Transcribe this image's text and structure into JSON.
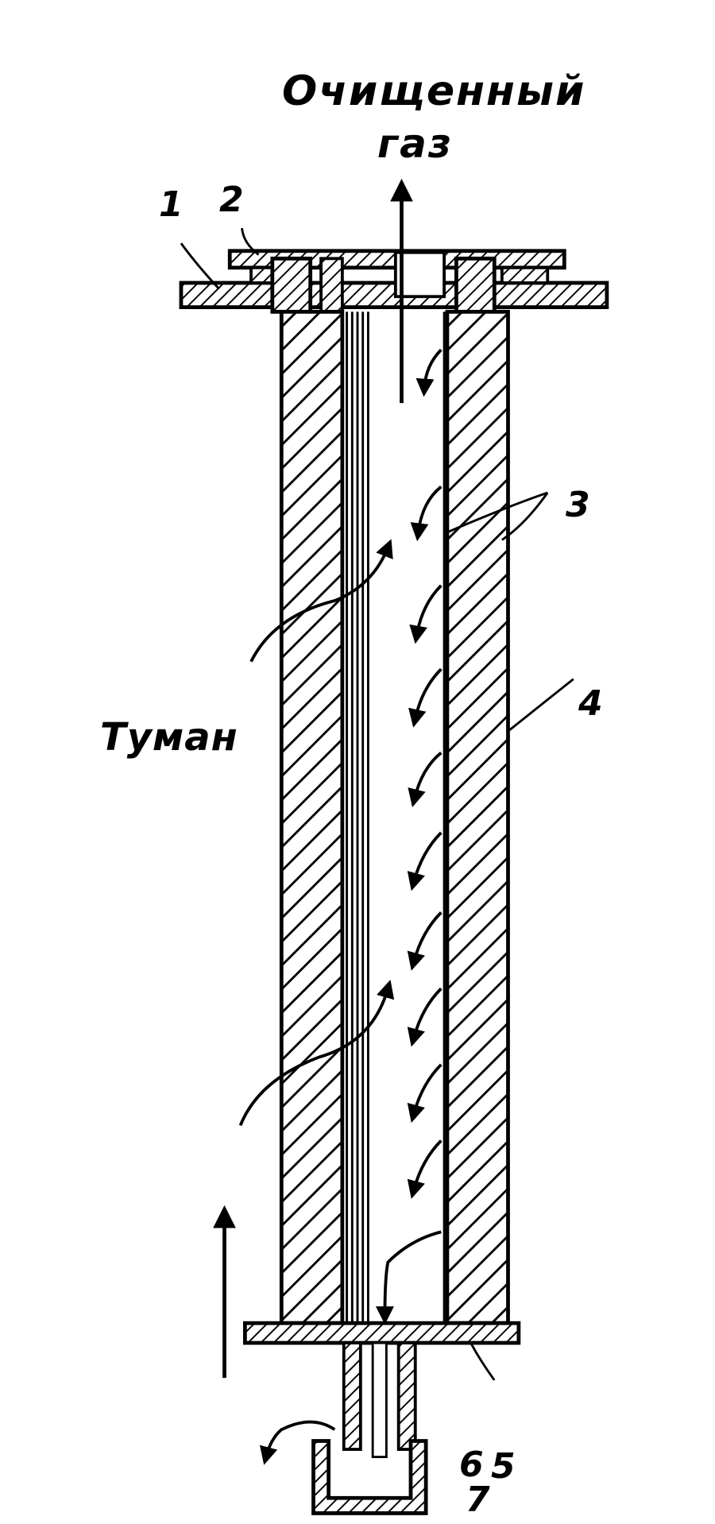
{
  "labels": {
    "title_line1": "Очищенный",
    "title_line2": "газ",
    "mist": "Туман",
    "callouts": [
      "1",
      "2",
      "3",
      "4",
      "5",
      "6",
      "7"
    ]
  },
  "colors": {
    "ink": "#000000",
    "paper": "#ffffff"
  }
}
